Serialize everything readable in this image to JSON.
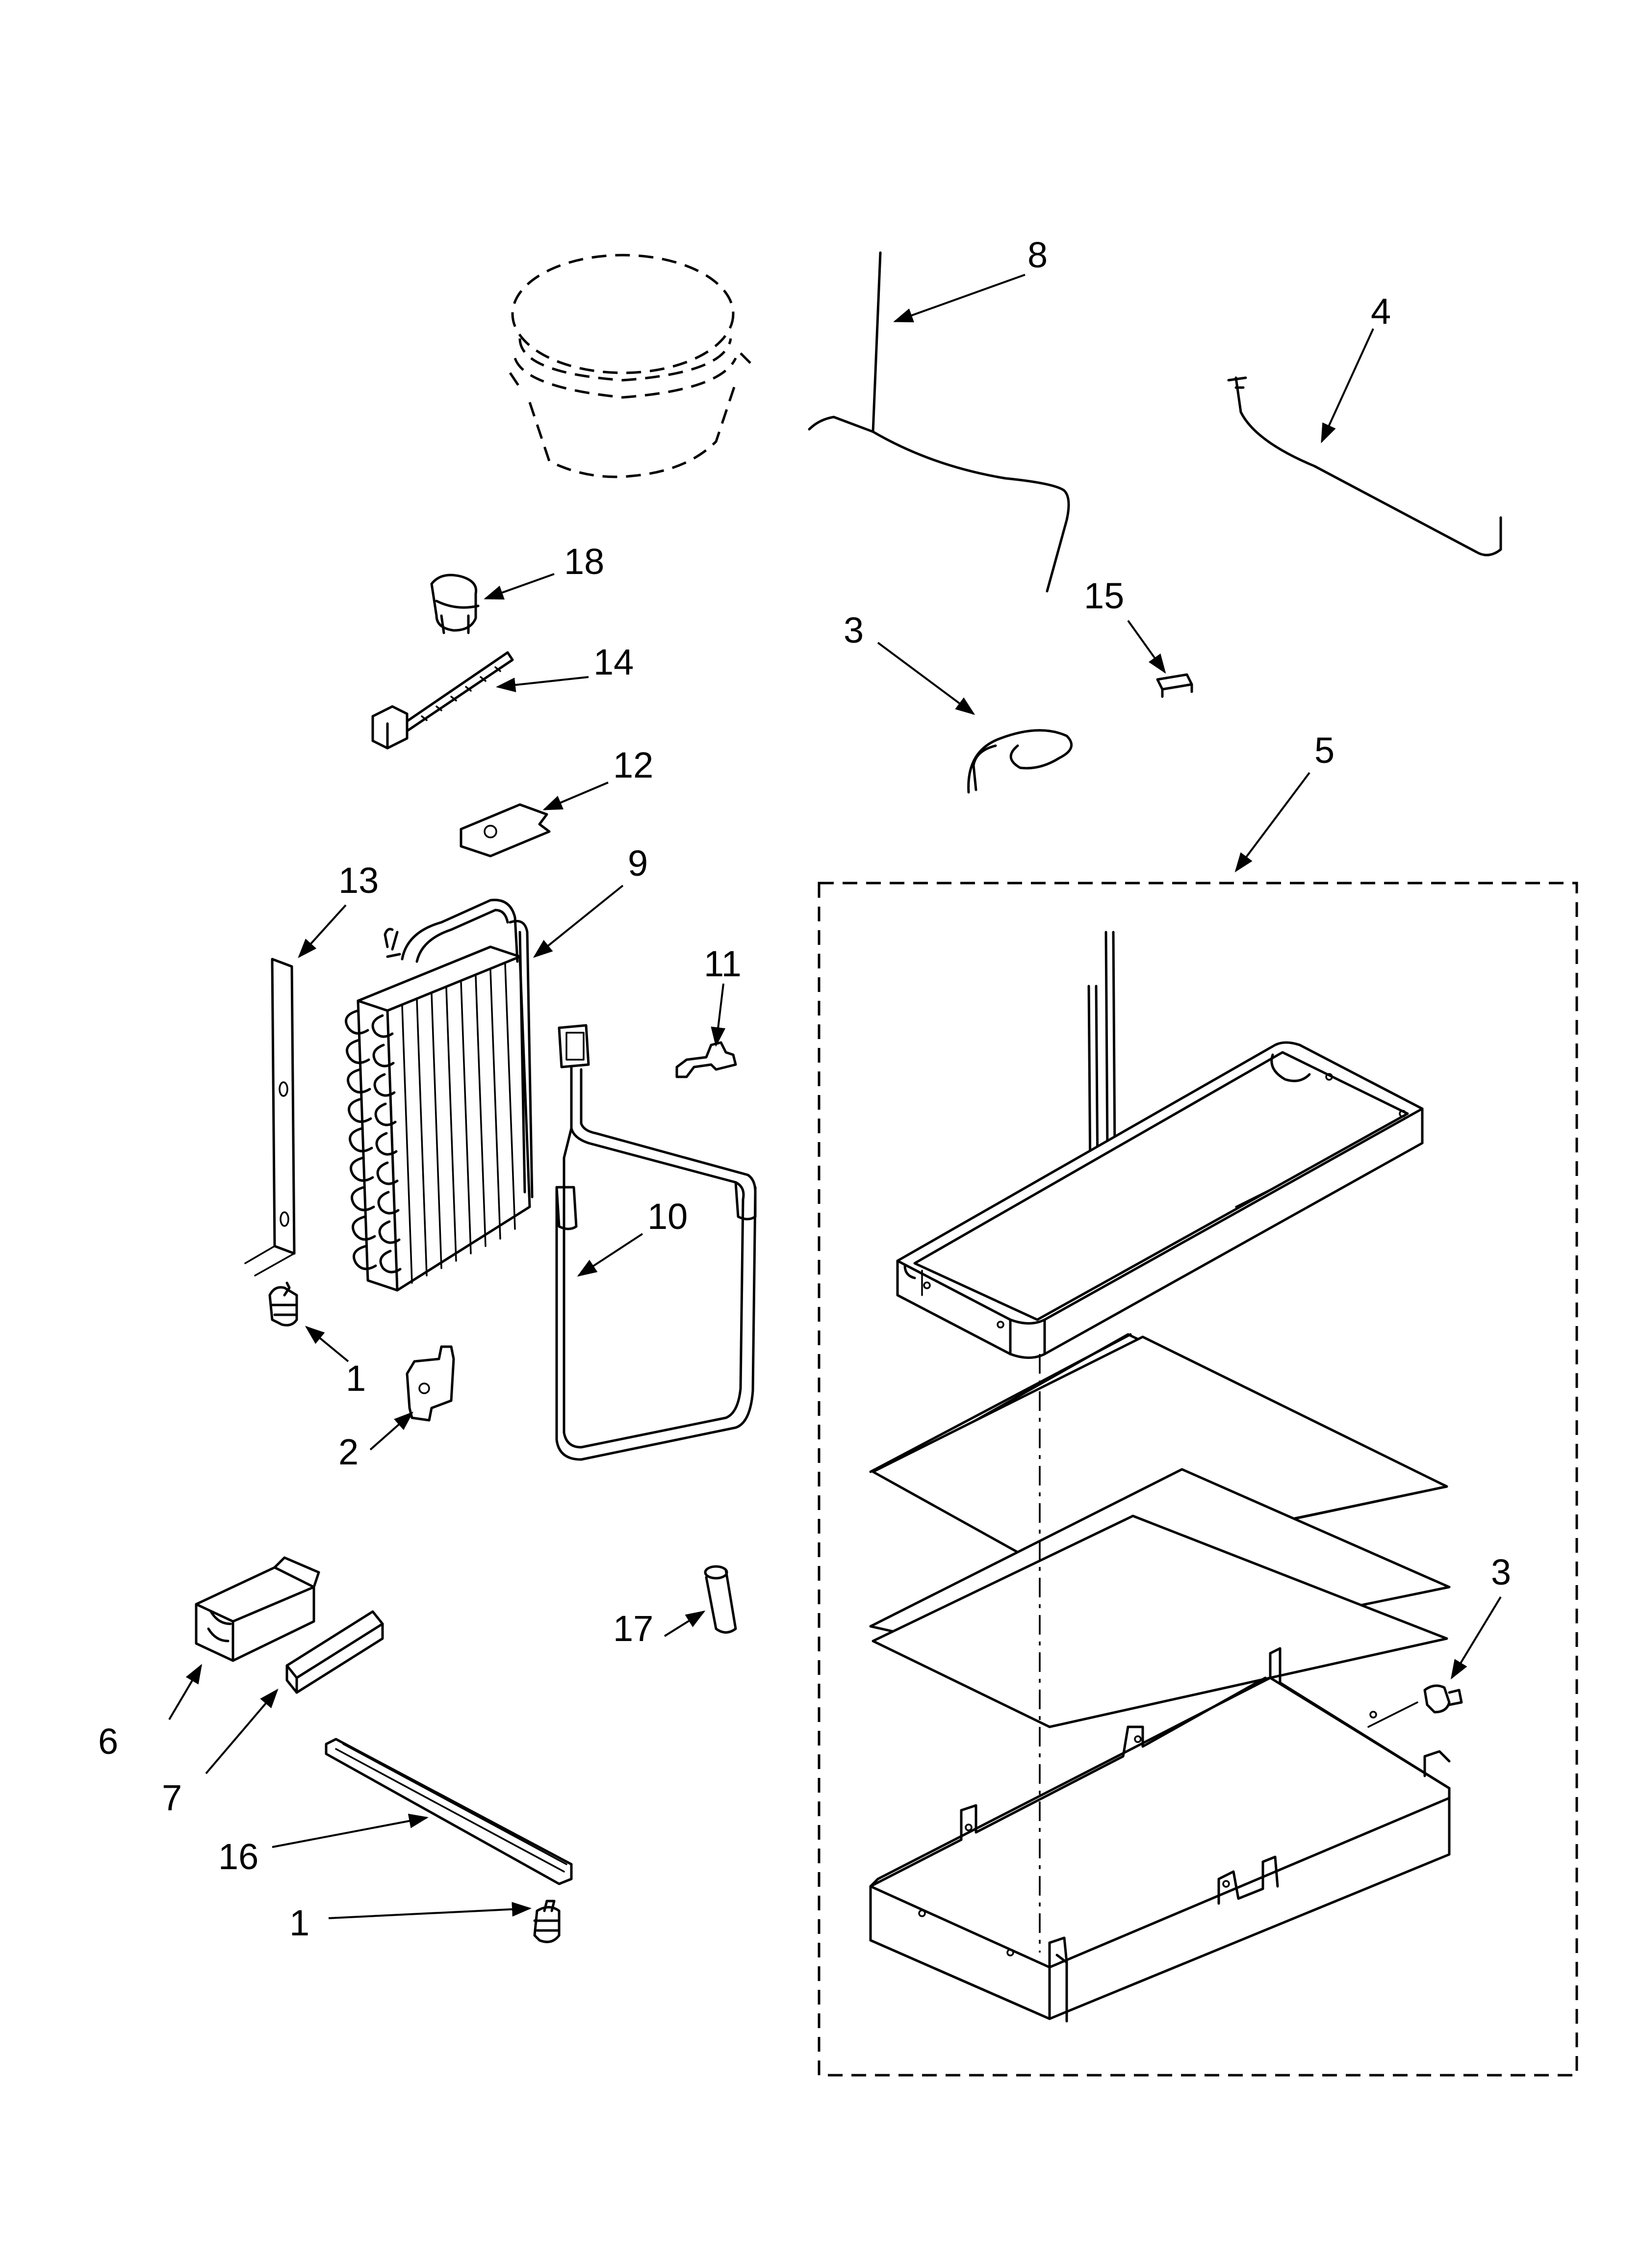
{
  "diagram": {
    "callouts": [
      {
        "id": "c8",
        "label": "8"
      },
      {
        "id": "c4",
        "label": "4"
      },
      {
        "id": "c18",
        "label": "18"
      },
      {
        "id": "c14",
        "label": "14"
      },
      {
        "id": "c3a",
        "label": "3"
      },
      {
        "id": "c15",
        "label": "15"
      },
      {
        "id": "c12",
        "label": "12"
      },
      {
        "id": "c5",
        "label": "5"
      },
      {
        "id": "c13",
        "label": "13"
      },
      {
        "id": "c9",
        "label": "9"
      },
      {
        "id": "c11",
        "label": "11"
      },
      {
        "id": "c10",
        "label": "10"
      },
      {
        "id": "c1a",
        "label": "1"
      },
      {
        "id": "c2",
        "label": "2"
      },
      {
        "id": "c3b",
        "label": "3"
      },
      {
        "id": "c17",
        "label": "17"
      },
      {
        "id": "c6",
        "label": "6"
      },
      {
        "id": "c7",
        "label": "7"
      },
      {
        "id": "c16",
        "label": "16"
      },
      {
        "id": "c1b",
        "label": "1"
      }
    ]
  }
}
